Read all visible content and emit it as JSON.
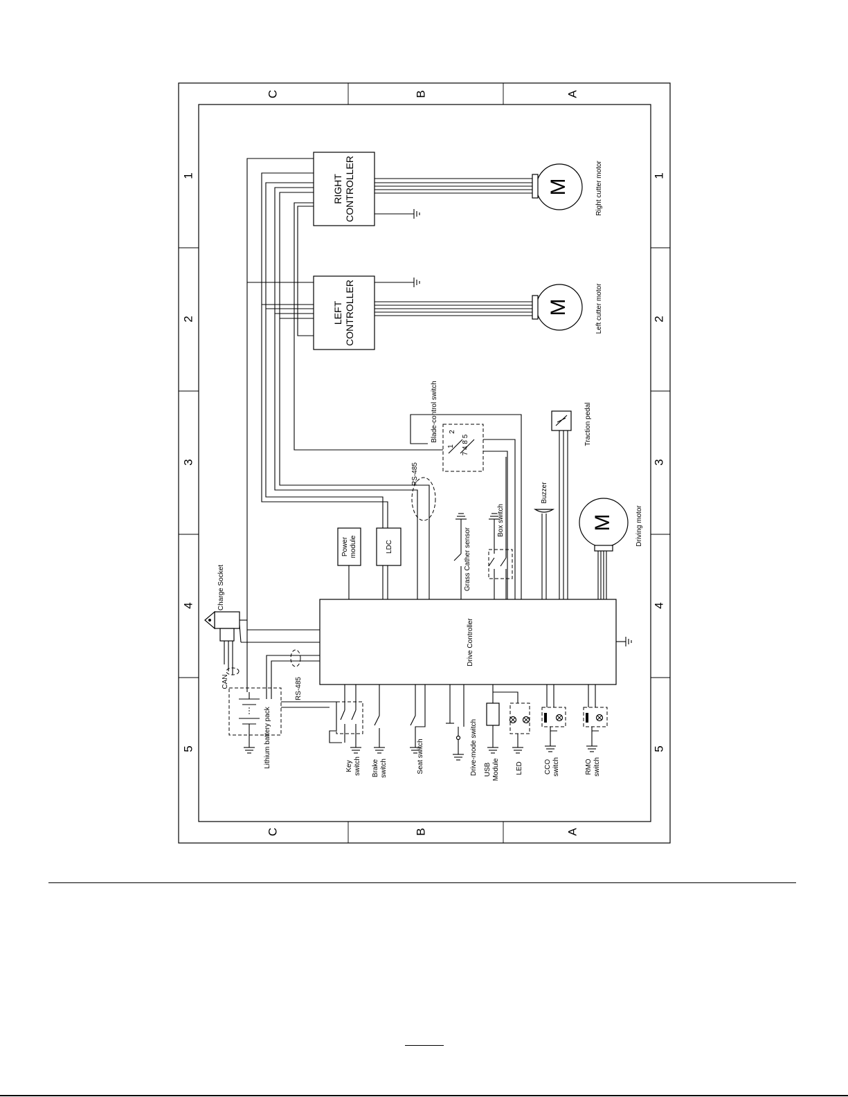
{
  "grid": {
    "rows": [
      "C",
      "B",
      "A"
    ],
    "columns": [
      "1",
      "2",
      "3",
      "4",
      "5"
    ]
  },
  "components": {
    "right_controller": [
      "RIGHT",
      "CONTROLLER"
    ],
    "left_controller": [
      "LEFT",
      "CONTROLLER"
    ],
    "drive_controller": "Drive Controller",
    "power_module": [
      "Power",
      "module"
    ],
    "ldc": "LDC",
    "motor_symbol": "M",
    "right_cutter_motor": "Right cutter motor",
    "left_cutter_motor": "Left cutter motor",
    "driving_motor": "Driving motor",
    "blade_control_switch": "Blade-control switch",
    "blade_pins_top": [
      "1",
      "2"
    ],
    "blade_pins_bottom": "7 4 8 5",
    "traction_pedal": "Traction pedal",
    "buzzer": "Buzzer",
    "box_switch": "Box switch",
    "grass_catcher_sensor": "Grass Cather sensor",
    "rs485_top": "RS-485",
    "rs485_left": "RS-485",
    "can": "CAN",
    "charge_socket": "Charge Socket",
    "battery_pack": "Lithium battery pack",
    "key_switch": [
      "Key",
      "switch"
    ],
    "brake_switch": [
      "Brake",
      "switch"
    ],
    "seat_switch": "Seat switch",
    "drive_mode_switch": "Drive-mode switch",
    "usb_module": [
      "USB",
      "Module"
    ],
    "led": "LED",
    "cco_switch": [
      "CCO",
      "switch"
    ],
    "rmo_switch": [
      "RMO",
      "switch"
    ]
  }
}
